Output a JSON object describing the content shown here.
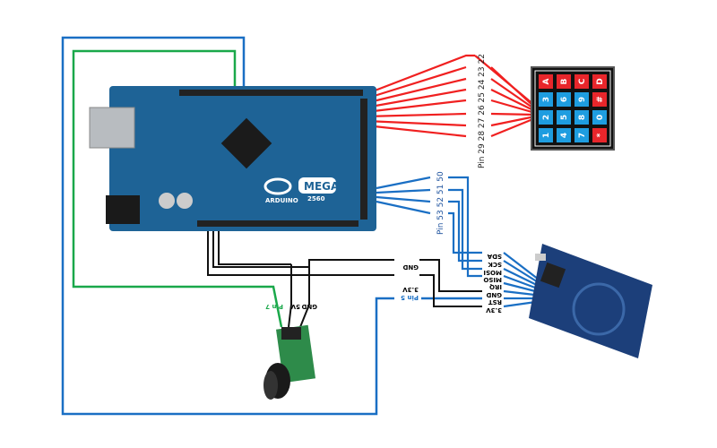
{
  "colors": {
    "board": "#1e6396",
    "wire_blue": "#1a6fc4",
    "wire_green": "#1aa84a",
    "wire_red": "#f02020",
    "wire_black": "#111111",
    "key_red": "#e8262b",
    "key_blue": "#1e9de0"
  },
  "arduino": {
    "brand": "ARDUINO",
    "model": "MEGA",
    "variant": "2560"
  },
  "keypad": {
    "pins_label": "Pin 29 28 27 26 25 24 23 22",
    "keys": [
      [
        "A",
        "B",
        "C",
        "D"
      ],
      [
        "3",
        "6",
        "9",
        "#"
      ],
      [
        "2",
        "5",
        "8",
        "0"
      ],
      [
        "1",
        "4",
        "7",
        "*"
      ]
    ]
  },
  "rfid": {
    "pins_label": "Pin 53 52 51 50",
    "pin_names": [
      "SDA",
      "SCK",
      "MOSI",
      "MISO",
      "IRQ",
      "GND",
      "RST",
      "3.3V"
    ],
    "gnd_label": "GND",
    "v33_label": "3.3V",
    "rst_label": "Pin 5"
  },
  "buzzer": {
    "pin_names": [
      "Pin 7",
      "5V",
      "GND"
    ]
  }
}
